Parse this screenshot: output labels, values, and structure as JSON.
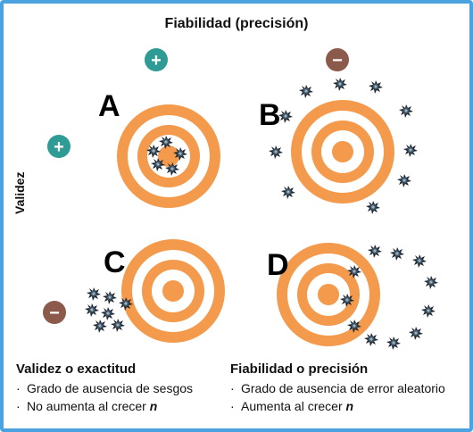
{
  "header": {
    "title": "Fiabilidad (precisión)"
  },
  "axis": {
    "left_label": "Validez"
  },
  "signs": {
    "plus": "+",
    "minus": "−"
  },
  "colors": {
    "ring_orange": "#f39a4c",
    "plus_badge": "#2e9c95",
    "minus_badge": "#8c5a4a",
    "frame": "#4aa3df"
  },
  "targets": [
    {
      "letter": "A"
    },
    {
      "letter": "B"
    },
    {
      "letter": "C"
    },
    {
      "letter": "D"
    }
  ],
  "captions": {
    "validity": {
      "title": "Validez o exactitud",
      "line1": "Grado de ausencia de sesgos",
      "line2_prefix": "No aumenta al crecer ",
      "line2_var": "n"
    },
    "reliability": {
      "title": "Fiabilidad o precisión",
      "line1": "Grado de ausencia de error aleatorio",
      "line2_prefix": "Aumenta al crecer ",
      "line2_var": "n"
    }
  }
}
